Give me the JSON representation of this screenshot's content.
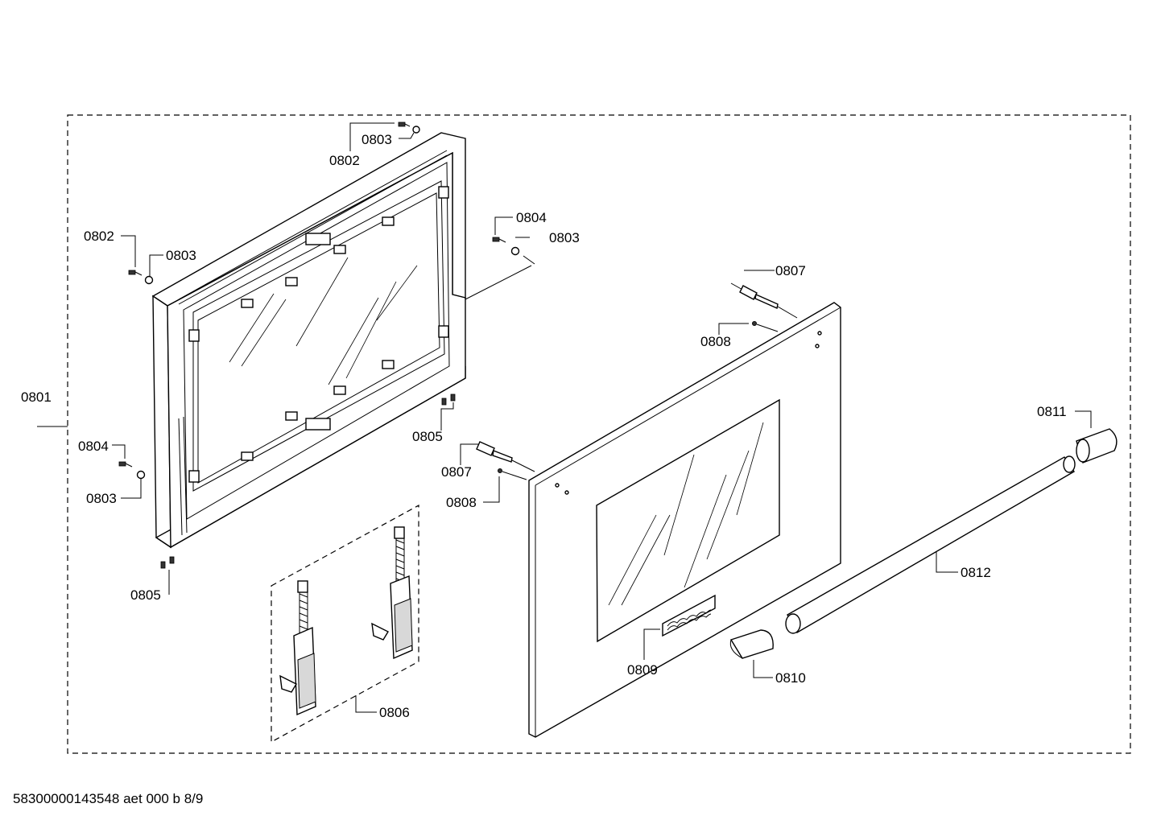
{
  "callouts": {
    "c0801": "0801",
    "c0802_top": "0802",
    "c0803_top": "0803",
    "c0802_left": "0802",
    "c0803_left": "0803",
    "c0804_right": "0804",
    "c0803_right": "0803",
    "c0804_left": "0804",
    "c0803_lower": "0803",
    "c0805_lower": "0805",
    "c0805_right": "0805",
    "c0806": "0806",
    "c0807_top": "0807",
    "c0808_top": "0808",
    "c0807_mid": "0807",
    "c0808_mid": "0808",
    "c0809": "0809",
    "c0810": "0810",
    "c0811": "0811",
    "c0812": "0812"
  },
  "footer": {
    "reference": "58300000143548 aet 000 b 8/9"
  }
}
